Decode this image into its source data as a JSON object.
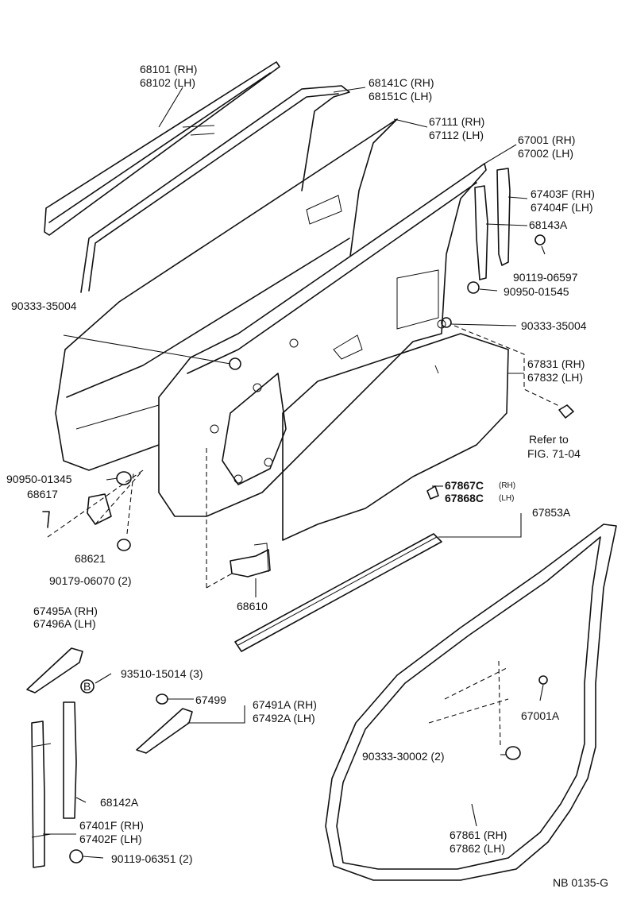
{
  "labels": {
    "l68101": "68101 (RH)",
    "l68102": "68102 (LH)",
    "l68141c": "68141C (RH)",
    "l68151c": "68151C (LH)",
    "l67111": "67111 (RH)",
    "l67112": "67112 (LH)",
    "l67001": "67001 (RH)",
    "l67002": "67002 (LH)",
    "l67403f": "67403F (RH)",
    "l67404f": "67404F (LH)",
    "l68143a": "68143A",
    "l90119_06597": "90119-06597",
    "l90950_01545": "90950-01545",
    "l90333_35004_left": "90333-35004",
    "l90333_35004_right": "90333-35004",
    "l67831": "67831 (RH)",
    "l67832": "67832 (LH)",
    "refer_to": "Refer to",
    "fig_ref": "FIG. 71-04",
    "l90950_01345": "90950-01345",
    "l68617": "68617",
    "l68621": "68621",
    "l90179_06070": "90179-06070 (2)",
    "l67867c": "67867C",
    "l67867c_side": "(RH)",
    "l67868c": "67868C",
    "l67868c_side": "(LH)",
    "l67853a": "67853A",
    "l68610": "68610",
    "l67495a": "67495A (RH)",
    "l67496a": "67496A (LH)",
    "l93510_15014": "93510-15014 (3)",
    "l67499": "67499",
    "l67491a": "67491A (RH)",
    "l67492a": "67492A (LH)",
    "l67001a": "67001A",
    "l90333_30002": "90333-30002 (2)",
    "l68142a": "68142A",
    "l67401f": "67401F (RH)",
    "l67402f": "67402F (LH)",
    "l90119_06351": "90119-06351 (2)",
    "l67861": "67861 (RH)",
    "l67862": "67862 (LH)",
    "bolt_marker": "B",
    "drawing_code": "NB  0135-G"
  }
}
